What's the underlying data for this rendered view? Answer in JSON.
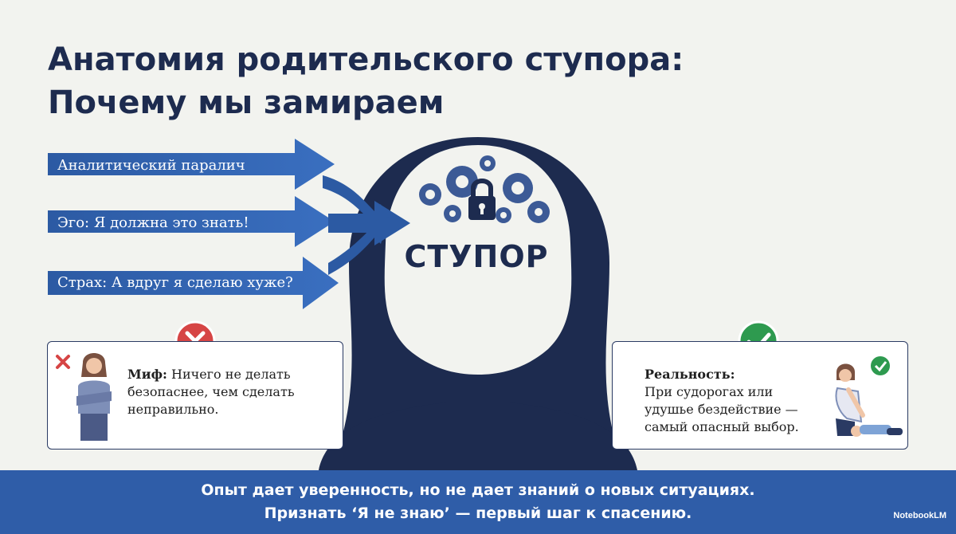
{
  "title": {
    "line1": "Анатомия родительского ступора:",
    "line2": "Почему мы замираем"
  },
  "causes": [
    {
      "label": "Аналитический паралич"
    },
    {
      "label": "Эго: Я должна это знать!"
    },
    {
      "label": "Страх: А вдруг я сделаю хуже?"
    }
  ],
  "center": {
    "word": "СТУПОР",
    "icons": [
      "gears-icon",
      "padlock-icon"
    ]
  },
  "myth": {
    "label": "Миф:",
    "text_line1": " Ничего не делать",
    "text_line2": "безопаснее, чем сделать",
    "text_line3": "неправильно.",
    "badge_icon": "cross-icon"
  },
  "reality": {
    "label": "Реальность:",
    "text_line1": "При судорогах или",
    "text_line2": "удушье бездействие —",
    "text_line3": "самый опасный выбор.",
    "badge_icon": "check-icon"
  },
  "footer": {
    "line1": "Опыт дает уверенность, но не дает знаний о новых ситуациях.",
    "line2": "Признать ‘Я не знаю’ — первый шаг к спасению.",
    "brand": "NotebookLM"
  },
  "colors": {
    "navy": "#1d2b4f",
    "arrow_blue": "#2f5da8",
    "footer_blue": "#2f5da8",
    "red": "#d64545",
    "green": "#2e9a4f",
    "background": "#f2f3ef"
  }
}
